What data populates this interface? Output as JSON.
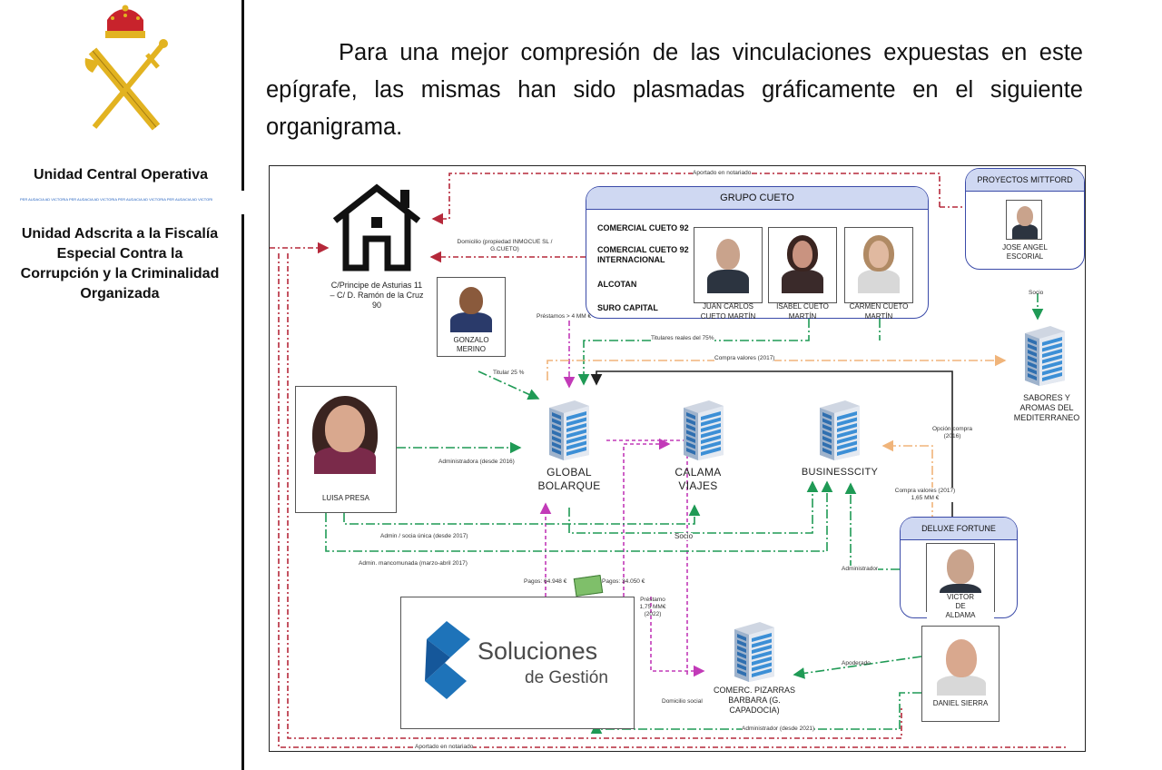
{
  "sidebar": {
    "unit_title": "Unidad Central Operativa",
    "motto": "PER AUDACIA AD VICTORIA PER AUDACIA AD VICTORIA PER AUDACIA AD VICTORIA PER AUDACIA AD VICTORIA",
    "unit_sub": "Unidad Adscrita a la Fiscalía Especial Contra la Corrupción y la Criminalidad Organizada"
  },
  "paragraph": "Para una mejor compresión de las vinculaciones expuestas en este epígrafe, las mismas han sido plasmadas gráficamente en el siguiente organigrama.",
  "diagram": {
    "house_label": "C/Principe de Asturias 11 – C/ D. Ramón de la Cruz 90",
    "grupo_cueto": {
      "title": "GRUPO CUETO",
      "companies": [
        "COMERCIAL CUETO 92",
        "COMERCIAL CUETO 92 INTERNACIONAL",
        "ALCOTAN",
        "SURO CAPITAL"
      ],
      "people": [
        "JUAN CARLOS CUETO MARTÍN",
        "ISABEL CUETO MARTÍN",
        "CARMEN CUETO MARTÍN"
      ]
    },
    "mittford": {
      "title": "PROYECTOS MITTFORD",
      "person": "JOSE ANGEL ESCORIAL"
    },
    "deluxe": {
      "title": "DELUXE FORTUNE",
      "person": "VICTOR DE ALDAMA"
    },
    "persons": {
      "gonzalo": "GONZALO MERINO",
      "luisa": "LUISA PRESA",
      "daniel": "DANIEL SIERRA"
    },
    "entities": {
      "global": "GLOBAL BOLARQUE",
      "calama": "CALAMA VIAJES",
      "business": "BUSINESSCITY",
      "sabores": "SABORES Y AROMAS DEL MEDITERRANEO",
      "pizarras": "COMERC. PIZARRAS BARBARA (G. CAPADOCIA)"
    },
    "logo": {
      "line1": "Soluciones",
      "line2": "de Gestión"
    },
    "edge_labels": {
      "aportado_top": "Aportado en notariado",
      "domicilio": "Domicilio (propiedad INMOCUE SL / G.CUETO)",
      "prestamos": "Préstamos > 4 MM €",
      "titulares": "Titulares reales del 75%",
      "compra2017": "Compra valores (2017)",
      "titular25": "Titular 25 %",
      "socio_mittford": "Socio",
      "opcion": "Opción compra (2016)",
      "compra_bc": "Compra valores (2017) 1,65 MM €",
      "administradora": "Administradora (desde 2016)",
      "admin_unica": "Admin / socia única (desde 2017)",
      "socio": "Socio",
      "mancomunada": "Admin. mancomunada (marzo-abril 2017)",
      "administrador": "Administrador",
      "pagos1": "Pagos: 64.948 €",
      "pagos2": "Pagos: 34.050 €",
      "prestamo": "Préstamo 1,75 MM€ (2022)",
      "apoderado": "Apoderado",
      "domicilio_social": "Domicilio social",
      "admin2021": "Administrador (desde 2021)",
      "aportado_bottom": "Aportado en notariado"
    }
  },
  "colors": {
    "group_border": "#3a4aa8",
    "group_head": "#cfd8f2",
    "edge_red": "#b5283a",
    "edge_green": "#1f9a55",
    "edge_magenta": "#c23ab8",
    "edge_orange": "#f0b47a",
    "logo_blue": "#1e73b9"
  }
}
